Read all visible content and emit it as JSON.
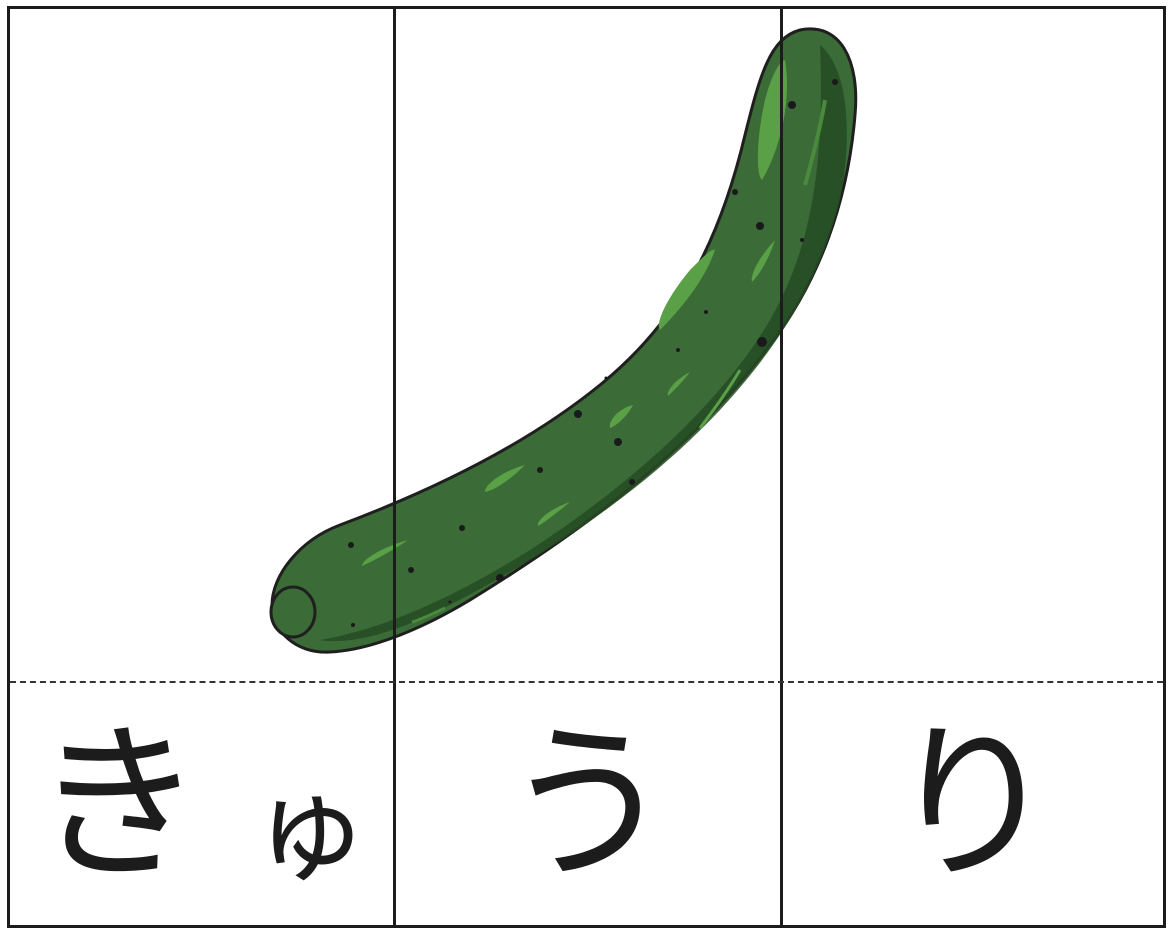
{
  "word": {
    "cells": [
      {
        "kana": [
          "き",
          "ゅ"
        ]
      },
      {
        "kana": [
          "う"
        ]
      },
      {
        "kana": [
          "り"
        ]
      }
    ]
  },
  "illustration": {
    "icon": "cucumber-icon",
    "colors": {
      "outline": "#1f1f1f",
      "body": "#3a6a36",
      "shadow": "#254a22",
      "highlight": "#5aa047"
    }
  }
}
